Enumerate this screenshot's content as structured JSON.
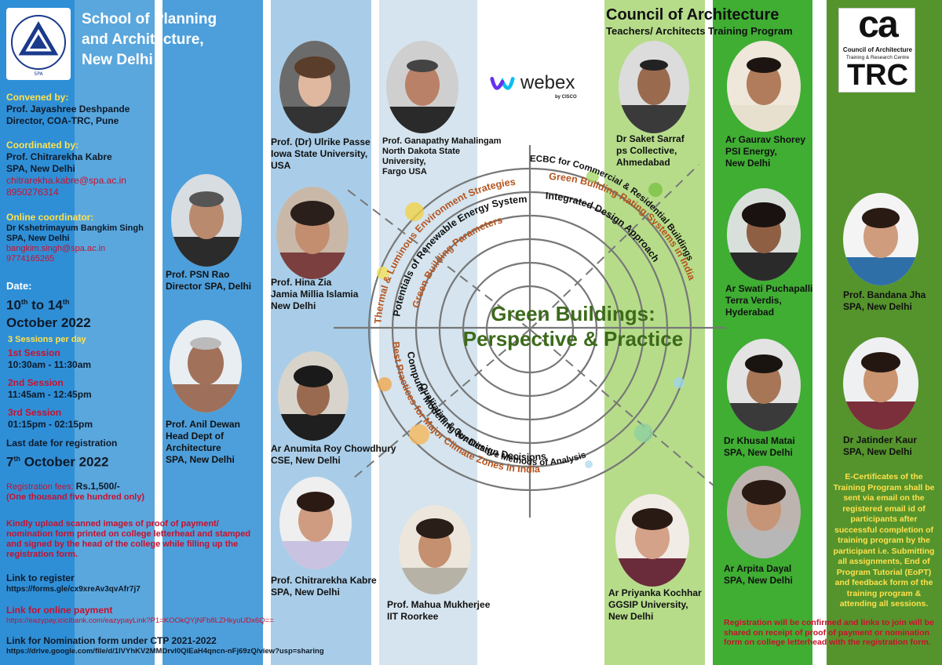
{
  "header": {
    "spa_name_line1": "School of Planning",
    "spa_name_line2": "and Architecture,",
    "spa_name_line3": "New Delhi",
    "coa_title": "Council of Architecture",
    "coa_subtitle": "Teachers/ Architects Training Program",
    "coa_logo_top": "ca",
    "coa_logo_line1": "Council of Architecture",
    "coa_logo_line2": "Training & Research Centre",
    "coa_logo_bottom": "TRC",
    "webex_name": "webex",
    "webex_by": "by CISCO"
  },
  "organisers": {
    "convened_label": "Convened by:",
    "convened_name": "Prof. Jayashree Deshpande",
    "convened_role": "Director, COA-TRC, Pune",
    "coordinated_label": "Coordinated by:",
    "coordinated_name": "Prof. Chitrarekha Kabre",
    "coordinated_org": "SPA, New Delhi",
    "coordinated_email": "chitrarekha.kabre@spa.ac.in",
    "coordinated_phone": "8950276314",
    "online_label": "Online coordinator:",
    "online_name": "Dr Kshetrimayum Bangkim Singh",
    "online_org": "SPA, New Delhi",
    "online_email": "bangkim.singh@spa.ac.in",
    "online_phone": "9774165265"
  },
  "schedule": {
    "date_label": "Date:",
    "date_from": "10",
    "date_from_sup": "th",
    "date_to_word": " to 14",
    "date_to_sup": "th",
    "date_month": "October 2022",
    "sessions_per_day": "3 Sessions per day",
    "sessions": [
      {
        "label": "1st Session",
        "time": "10:30am - 11:30am"
      },
      {
        "label": "2nd Session",
        "time": "11:45am - 12:45pm"
      },
      {
        "label": "3rd Session",
        "time": "01:15pm - 02:15pm"
      }
    ],
    "last_date_label": "Last date for registration",
    "last_date_day": "7",
    "last_date_sup": "th",
    "last_date_rest": " October 2022"
  },
  "registration": {
    "fees_label": "Registration fees: ",
    "fees_amount": "Rs.1,500/-",
    "fees_words": "(One thousand five hundred only)",
    "upload_note": "Kindly upload scanned images of proof of payment/ nomination form printed on college letterhead and stamped and signed by the head of the college while filling up the registration form.",
    "register_label": "Link to register",
    "register_link": "https://forms.gle/cx9xreAv3qvAfr7j7",
    "payment_label": "Link for online payment",
    "payment_link": "https://eazypay.icicibank.com/eazypayLink?P1=KOOkQYjNFb8LZHkyuUDx6Q==",
    "nomination_label": "Link for Nomination form under CTP 2021-2022",
    "nomination_link": "https://drive.google.com/file/d/1lVYhKV2MMDrvI0QlEaH4qncn-nFj69zQ/view?usp=sharing",
    "confirmation_note": "Registration will be confirmed and links to join will be shared on receipt of proof of payment or nomination form on college letterhead with the registration form.",
    "certificate_note": "E-Certificates of the Training Program shall be sent via email on the registered email id of participants after successful completion of training program by the participant i.e. Submitting all assignments, End of Program Tutorial (EoPT) and feedback form of the training program & attending all sessions."
  },
  "center": {
    "title_line1": "Green Buildings:",
    "title_line2": "Perspective & Practice",
    "topics": [
      "Thermal & Luminous Environment Strategies",
      "Potentials of Renewable Energy Systems",
      "Green Building Parameters",
      "ECBC for Commercial & Residential Buildings",
      "Green Building Rating Systems in India",
      "Integrated Design Approach",
      "Best Practices for Major Climate Zones in India",
      "Computer Modelling for Design Decisions",
      "Qualitative & Quantitative Methods of Analysis"
    ]
  },
  "speakers": [
    {
      "l1": "Prof. PSN Rao",
      "l2": "Director SPA, Delhi"
    },
    {
      "l1": "Prof. Anil Dewan",
      "l2": "Head Dept of",
      "l3": "Architecture",
      "l4": "SPA, New Delhi"
    },
    {
      "l1": "Prof. (Dr) Ulrike Passe",
      "l2": "Iowa State University,",
      "l3": "USA"
    },
    {
      "l1": "Prof. Hina Zia",
      "l2": "Jamia Millia Islamia",
      "l3": "New Delhi"
    },
    {
      "l1": "Ar Anumita Roy Chowdhury",
      "l2": "CSE, New Delhi"
    },
    {
      "l1": "Prof. Chitrarekha Kabre",
      "l2": "SPA, New Delhi"
    },
    {
      "l1": "Prof. Ganapathy Mahalingam",
      "l2": "North Dakota State",
      "l3": "University,",
      "l4": "Fargo USA"
    },
    {
      "l1": "Prof. Mahua Mukherjee",
      "l2": "IIT Roorkee"
    },
    {
      "l1": "Dr Saket Sarraf",
      "l2": "ps Collective,",
      "l3": "Ahmedabad"
    },
    {
      "l1": "Ar Priyanka Kochhar",
      "l2": "GGSIP University,",
      "l3": "New Delhi"
    },
    {
      "l1": "Ar Gaurav Shorey",
      "l2": "PSI Energy,",
      "l3": "New Delhi"
    },
    {
      "l1": "Ar Swati Puchapalli",
      "l2": "Terra Verdis,",
      "l3": "Hyderabad"
    },
    {
      "l1": "Dr Khusal Matai",
      "l2": "SPA, New Delhi"
    },
    {
      "l1": "Ar Arpita Dayal",
      "l2": "SPA, New Delhi"
    },
    {
      "l1": "Prof. Bandana Jha",
      "l2": "SPA, New Delhi"
    },
    {
      "l1": "Dr Jatinder Kaur",
      "l2": "SPA, New Delhi"
    }
  ],
  "colors": {
    "blue_band": "#2f8fd6",
    "mid_blue": "#5aa7dd",
    "light_blue": "#a9cde8",
    "pale_blue": "#cfe2f0",
    "green_light": "#a9d27a",
    "green_mid": "#39a935",
    "green_dark": "#4e8c2a",
    "title_green": "#3c6a1a",
    "topic_orange": "#b5531d",
    "accent_yellow": "#ffe14d",
    "accent_red": "#c8102e"
  }
}
